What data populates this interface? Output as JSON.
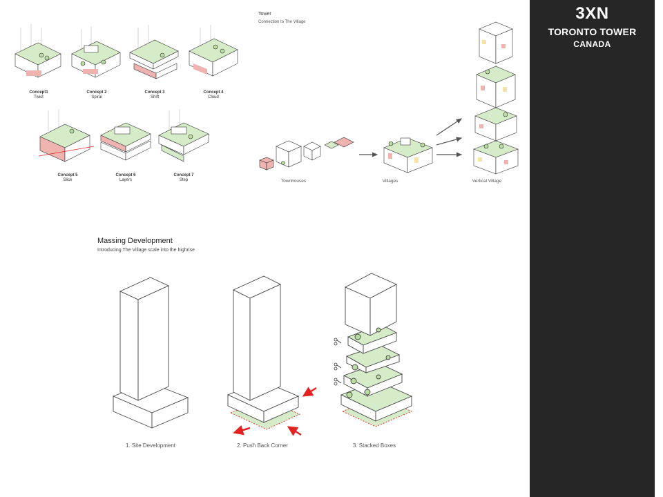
{
  "sidebar": {
    "logo": "3XN",
    "project": "TORONTO TOWER",
    "country": "CANADA"
  },
  "concepts": {
    "items": [
      {
        "name": "Concept1",
        "desc": "Twist"
      },
      {
        "name": "Concept 2",
        "desc": "Spiral"
      },
      {
        "name": "Concept 3",
        "desc": "Shift"
      },
      {
        "name": "Concept 4",
        "desc": "Cloud"
      },
      {
        "name": "Concept 5",
        "desc": "Slice"
      },
      {
        "name": "Concept 6",
        "desc": "Layers"
      },
      {
        "name": "Concept 7",
        "desc": "Step"
      }
    ]
  },
  "tower": {
    "title": "Tower",
    "subtitle": "Connection to The Village",
    "labels": [
      "Townhouses",
      "Villages",
      "Vertical Village"
    ]
  },
  "massing": {
    "title": "Massing Development",
    "subtitle": "Introducing The Village scale into the highrise",
    "steps": [
      "1. Site Development",
      "2. Push Back Corner",
      "3. Stacked Boxes"
    ]
  },
  "colors": {
    "sidebar": "#262626",
    "green": "#d6ebc8",
    "pink": "#efb3b0",
    "red_arrow": "#e32222",
    "line": "#333333"
  }
}
